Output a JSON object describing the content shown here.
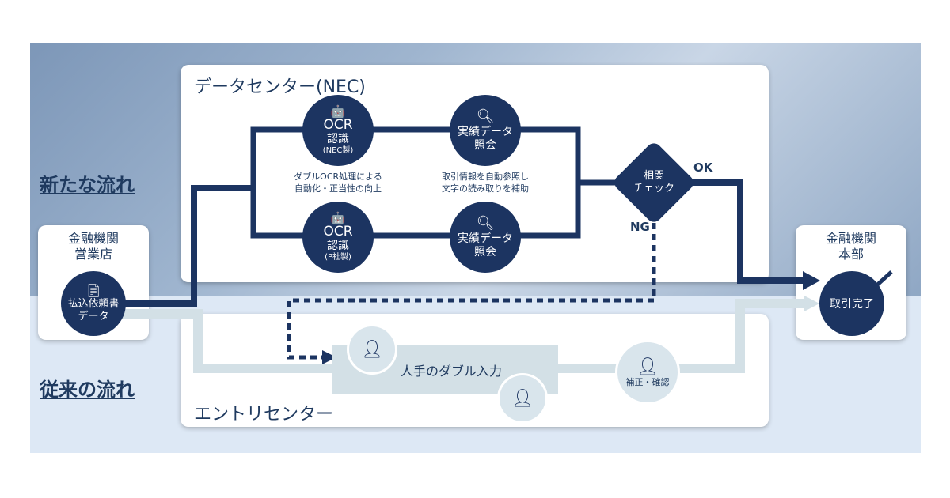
{
  "flows": {
    "new_label": "新たな流れ",
    "old_label": "従来の流れ"
  },
  "datacenter": {
    "title": "データセンター(NEC)",
    "ocr_top": {
      "line1": "OCR",
      "line2": "認識",
      "line3": "(NEC製)"
    },
    "ocr_bottom": {
      "line1": "OCR",
      "line2": "認識",
      "line3": "(P社製)"
    },
    "match_top": {
      "line1": "実績データ",
      "line2": "照会"
    },
    "match_bottom": {
      "line1": "実績データ",
      "line2": "照会"
    },
    "ocr_desc": {
      "line1": "ダブルOCR処理による",
      "line2": "自動化・正当性の向上"
    },
    "match_desc": {
      "line1": "取引情報を自動参照し",
      "line2": "文字の読み取りを補助"
    },
    "check": {
      "line1": "相関",
      "line2": "チェック"
    },
    "ok_label": "OK",
    "ng_label": "NG"
  },
  "branch": {
    "title_line1": "金融機関",
    "title_line2": "営業店",
    "data_line1": "払込依頼書",
    "data_line2": "データ"
  },
  "hq": {
    "title_line1": "金融機関",
    "title_line2": "本部",
    "done_label": "取引完了"
  },
  "entry": {
    "title": "エントリセンター",
    "double_input": "人手のダブル入力",
    "fix_confirm": "補正・確認"
  },
  "colors": {
    "navy": "#1c3461",
    "light": "#d9e5ec",
    "accent": "#e89a86"
  },
  "icons": [
    "robot-icon",
    "magnifier-icon",
    "document-icon",
    "person-icon",
    "checkmark-icon"
  ]
}
